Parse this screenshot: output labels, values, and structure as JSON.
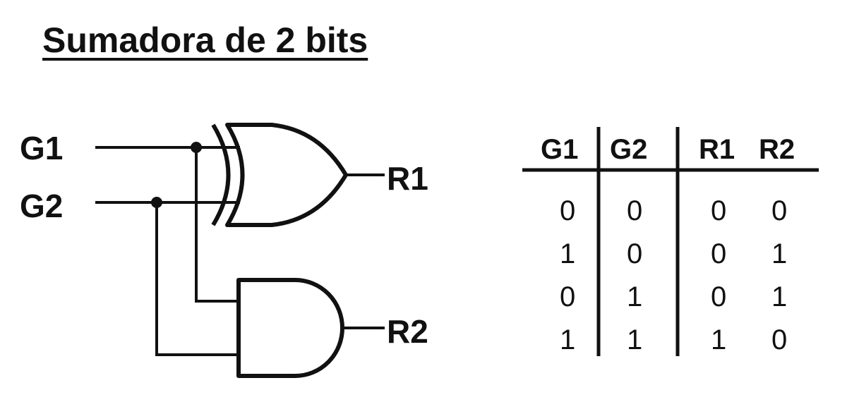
{
  "title": "Sumadora de 2 bits",
  "circuit": {
    "inputs": [
      "G1",
      "G2"
    ],
    "outputs": [
      "R1",
      "R2"
    ],
    "gates": [
      {
        "type": "XOR",
        "inputs": [
          "G1",
          "G2"
        ],
        "output": "R1"
      },
      {
        "type": "AND",
        "inputs": [
          "G1",
          "G2"
        ],
        "output": "R2"
      }
    ]
  },
  "truth_table": {
    "headers": [
      "G1",
      "G2",
      "R1",
      "R2"
    ],
    "rows": [
      [
        "0",
        "0",
        "0",
        "0"
      ],
      [
        "1",
        "0",
        "0",
        "1"
      ],
      [
        "0",
        "1",
        "0",
        "1"
      ],
      [
        "1",
        "1",
        "1",
        "0"
      ]
    ]
  }
}
